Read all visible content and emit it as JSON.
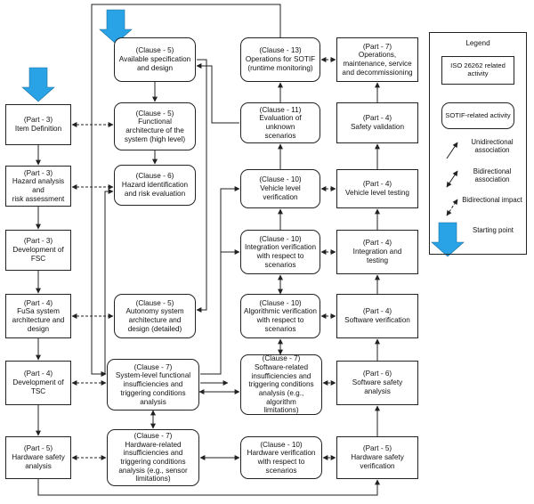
{
  "nodes": [
    {
      "id": "p3-item-def",
      "kind": "iso",
      "lines": [
        "(Part - 3)",
        "Item Definition"
      ]
    },
    {
      "id": "p3-hara",
      "kind": "iso",
      "lines": [
        "(Part - 3)",
        "Hazard analysis and",
        "risk assessment"
      ]
    },
    {
      "id": "p3-fsc",
      "kind": "iso",
      "lines": [
        "(Part - 3)",
        "Development of FSC"
      ]
    },
    {
      "id": "p4-fusa-arch",
      "kind": "iso",
      "lines": [
        "(Part - 4)",
        "FuSa system",
        "architecture and",
        "design"
      ]
    },
    {
      "id": "p4-tsc",
      "kind": "iso",
      "lines": [
        "(Part - 4)",
        "Development of TSC"
      ]
    },
    {
      "id": "p5-hw-safety-analysis",
      "kind": "iso",
      "lines": [
        "(Part - 5)",
        "Hardware safety",
        "analysis"
      ]
    },
    {
      "id": "c5-spec",
      "kind": "sotif",
      "lines": [
        "(Clause - 5)",
        "Available specification",
        "and design"
      ]
    },
    {
      "id": "c5-func-arch",
      "kind": "sotif",
      "lines": [
        "(Clause - 5)",
        "Functional",
        "architecture of the",
        "system (high level)"
      ]
    },
    {
      "id": "c6-hazard",
      "kind": "sotif",
      "lines": [
        "(Clause - 6)",
        "Hazard identification",
        "and risk evaluation"
      ]
    },
    {
      "id": "c5-autonomy",
      "kind": "sotif",
      "lines": [
        "(Clause - 5)",
        "Autonomy system",
        "architecture and",
        "design (detailed)"
      ]
    },
    {
      "id": "c7-system",
      "kind": "sotif",
      "lines": [
        "(Clause - 7)",
        "System-level functional",
        "insufficiencies and",
        "triggering conditions",
        "analysis"
      ]
    },
    {
      "id": "c7-hw",
      "kind": "sotif",
      "lines": [
        "(Clause - 7)",
        "Hardware-related",
        "insufficiencies and",
        "triggering conditions",
        "analysis (e.g., sensor",
        "limitations)"
      ]
    },
    {
      "id": "c13-ops",
      "kind": "sotif",
      "lines": [
        "(Clause - 13)",
        "Operations for SOTIF",
        "(runtime monitoring)"
      ]
    },
    {
      "id": "c11-eval",
      "kind": "sotif",
      "lines": [
        "(Clause - 11)",
        "Evaluation of unknown",
        "scenarios"
      ]
    },
    {
      "id": "c10-vehicle",
      "kind": "sotif",
      "lines": [
        "(Clause - 10)",
        "Vehicle level verification"
      ]
    },
    {
      "id": "c10-integration",
      "kind": "sotif",
      "lines": [
        "(Clause - 10)",
        "Integration verification",
        "with respect to",
        "scenarios"
      ]
    },
    {
      "id": "c10-algorithmic",
      "kind": "sotif",
      "lines": [
        "(Clause - 10)",
        "Algorithmic verification",
        "with respect to",
        "scenarios"
      ]
    },
    {
      "id": "c7-sw",
      "kind": "sotif",
      "lines": [
        "(Clause - 7)",
        "Software-related",
        "insufficiencies and",
        "triggering conditions",
        "analysis (e.g., algorithm",
        "limitations)"
      ]
    },
    {
      "id": "c10-hw-verif",
      "kind": "sotif",
      "lines": [
        "(Clause - 10)",
        "Hardware verification",
        "with respect to",
        "scenarios"
      ]
    },
    {
      "id": "p7-ops",
      "kind": "iso",
      "lines": [
        "(Part - 7)",
        "Operations,",
        "maintenance, service",
        "and decommissioning"
      ]
    },
    {
      "id": "p4-safety-valid",
      "kind": "iso",
      "lines": [
        "(Part - 4)",
        "Safety validation"
      ]
    },
    {
      "id": "p4-vehicle-testing",
      "kind": "iso",
      "lines": [
        "(Part - 4)",
        "Vehicle level testing"
      ]
    },
    {
      "id": "p4-integration",
      "kind": "iso",
      "lines": [
        "(Part - 4)",
        "Integration and",
        "testing"
      ]
    },
    {
      "id": "p4-sw-verif",
      "kind": "iso",
      "lines": [
        "(Part - 4)",
        "Software verification"
      ]
    },
    {
      "id": "p6-sw-safety",
      "kind": "iso",
      "lines": [
        "(Part - 6)",
        "Software safety",
        "analysis"
      ]
    },
    {
      "id": "p5-hw-safety-verif",
      "kind": "iso",
      "lines": [
        "(Part - 5)",
        "Hardware safety",
        "verification"
      ]
    }
  ],
  "legend": {
    "title": "Legend",
    "iso_label": "ISO 26262 related activity",
    "sotif_label": "SOTIF-related activity",
    "unidirectional": "Unidirectional association",
    "bidirectional": "Bidirectional association",
    "bidirectional_impact": "Bidirectional impact",
    "starting_point": "Starting point"
  },
  "colors": {
    "start_arrow": "#29a3e6",
    "line": "#222222"
  }
}
